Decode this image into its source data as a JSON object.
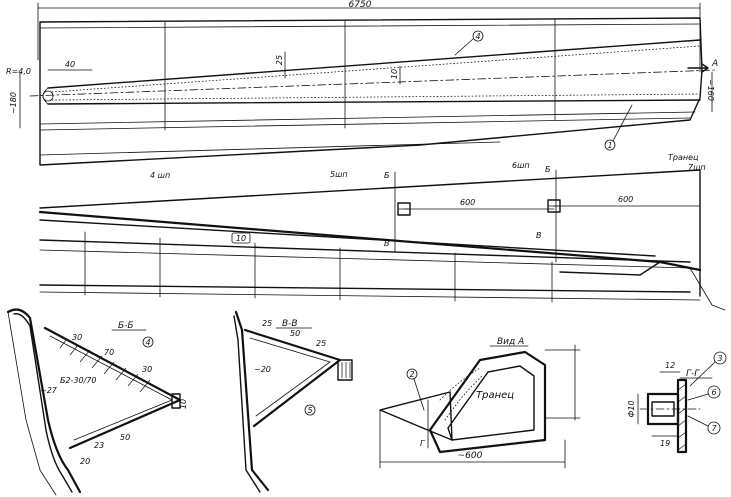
{
  "top_view": {
    "overall_length": "6750",
    "dim_40": "40",
    "dim_25": "25",
    "dim_10": "10",
    "radius": "R=4,0",
    "left_height": "~180",
    "right_height": "~160",
    "section_arrow": "А",
    "callout_4": "4",
    "callout_1": "1"
  },
  "side_view": {
    "frame_4": "4 шп",
    "frame_5": "5шп",
    "frame_6": "6шп",
    "transom": "Транец",
    "frame_7": "7шп",
    "dim_600_a": "600",
    "dim_600_b": "600",
    "section_b_left": "Б",
    "section_b_right": "Б",
    "section_v_left": "В",
    "section_v_right": "В",
    "callout_10": "10"
  },
  "section_bb": {
    "title": "Б-Б",
    "dim_30": "30",
    "dim_70": "70",
    "dim_30b": "30",
    "dim_27": "~27",
    "spec": "Б2-30/70",
    "dim_23": "23",
    "dim_50": "50",
    "dim_20": "20",
    "dim_10": "10",
    "callout_4": "4"
  },
  "section_vv": {
    "title": "В-В",
    "dim_25a": "25",
    "dim_50": "50",
    "dim_25b": "25",
    "dim_20": "~20",
    "callout_5": "5"
  },
  "view_a": {
    "title": "Вид А",
    "transom": "Транец",
    "dim_600": "~600",
    "callout_2": "2",
    "section_g": "Г"
  },
  "section_gg": {
    "title": "Г-Г",
    "dim_12": "12",
    "dim_d10": "Ф10",
    "dim_19": "19",
    "callout_3": "3",
    "callout_6": "6",
    "callout_7": "7"
  }
}
